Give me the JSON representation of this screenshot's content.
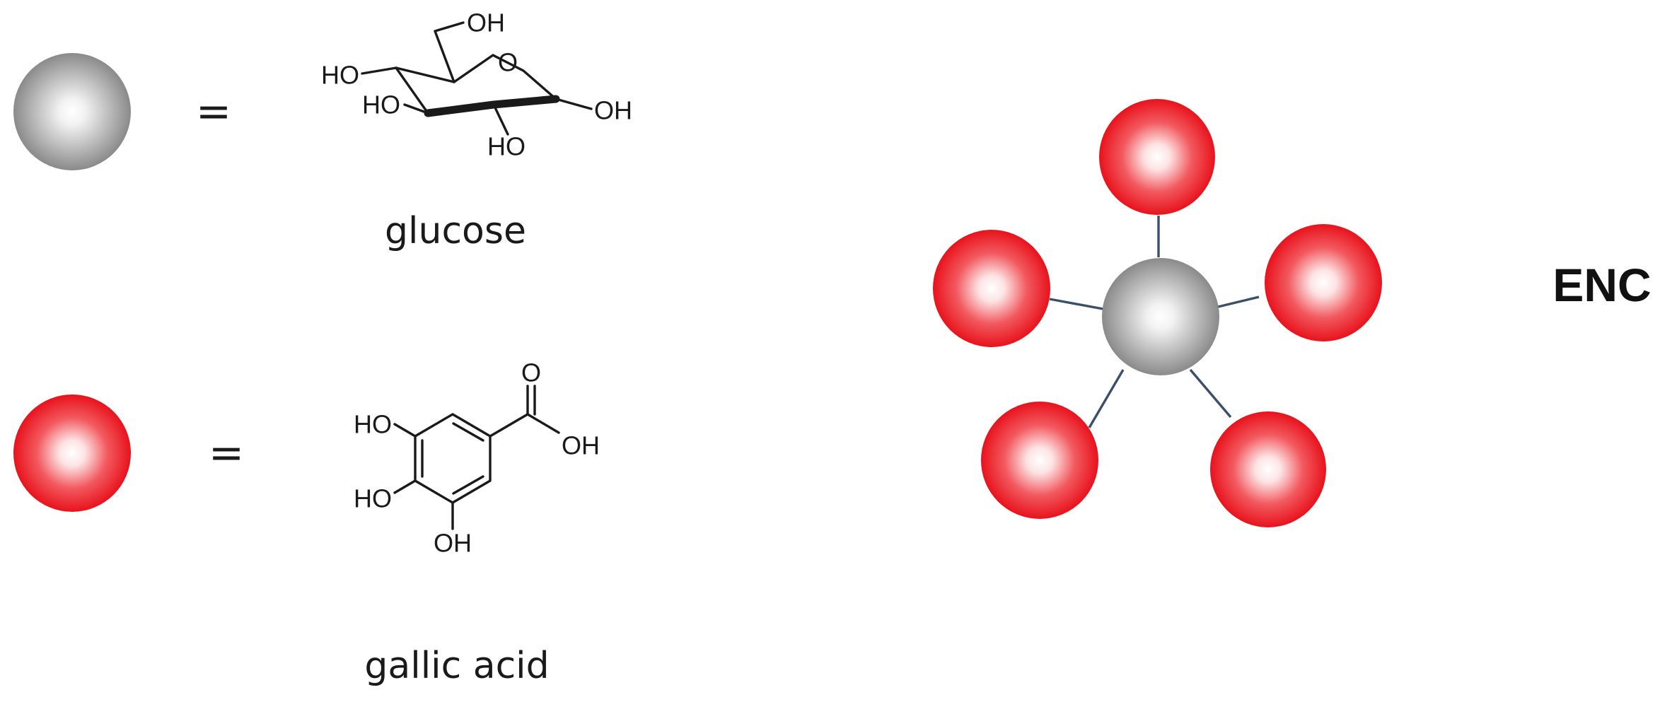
{
  "legend": {
    "glucose": {
      "equals": "=",
      "caption": "glucose",
      "atoms": {
        "oh_top": "OH",
        "ho_left": "HO",
        "o_ring": "O",
        "ho_mid": "HO",
        "oh_right": "OH",
        "ho_bottom": "HO"
      }
    },
    "gallic_acid": {
      "equals": "=",
      "caption": "gallic acid",
      "atoms": {
        "ho_upper": "HO",
        "o_carbonyl": "O",
        "oh_acid": "OH",
        "ho_middle": "HO",
        "oh_bottom": "OH"
      }
    }
  },
  "structure": {
    "label": "ENC",
    "core": "glucose",
    "branches": [
      "gallic acid",
      "gallic acid",
      "gallic acid",
      "gallic acid",
      "gallic acid"
    ]
  },
  "colors": {
    "glucose_sphere": "#8e8e8e",
    "gallic_sphere": "#e8121c",
    "linker": "#3b4f6b",
    "text": "#1a1a1a"
  }
}
